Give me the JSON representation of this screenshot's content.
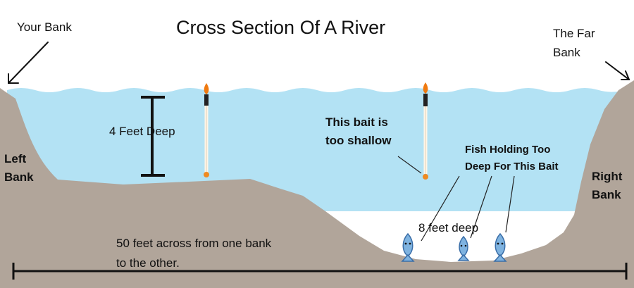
{
  "title": "Cross Section Of A River",
  "labels": {
    "your_bank": "Your Bank",
    "far_bank": "The Far\nBank",
    "left_bank": "Left\nBank",
    "right_bank": "Right\nBank",
    "four_feet": "4 Feet Deep",
    "shallow_bait": "This bait is\ntoo shallow",
    "fish_holding": "Fish Holding Too\nDeep For This Bait",
    "eight_feet": "8 feet deep",
    "width_note": "50 feet across from one bank\nto the other."
  },
  "colors": {
    "water": "#b3e2f4",
    "bank": "#b1a59a",
    "float_tip": "#f07a10",
    "bait": "#f08a20",
    "fish": "#7fb3e0"
  }
}
